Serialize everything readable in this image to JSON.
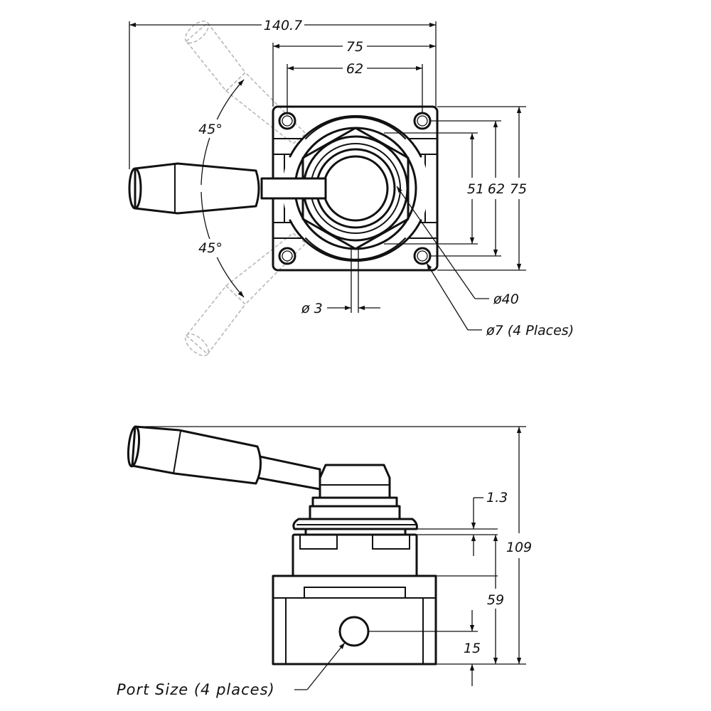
{
  "top_view": {
    "overall_width": "140.7",
    "flange_width": "75",
    "hole_spacing_x": "62",
    "height_inner": "51",
    "hole_spacing_y": "62",
    "flange_height": "75",
    "bore_diameter": "ø40",
    "pin_diameter": "ø 3",
    "mount_holes": "ø7 (4 Places)",
    "angle_up": "45°",
    "angle_down": "45°"
  },
  "side_view": {
    "washer_thickness": "1.3",
    "overall_height": "109",
    "body_height": "59",
    "port_height": "15",
    "port_label": "Port Size (4 places)"
  }
}
